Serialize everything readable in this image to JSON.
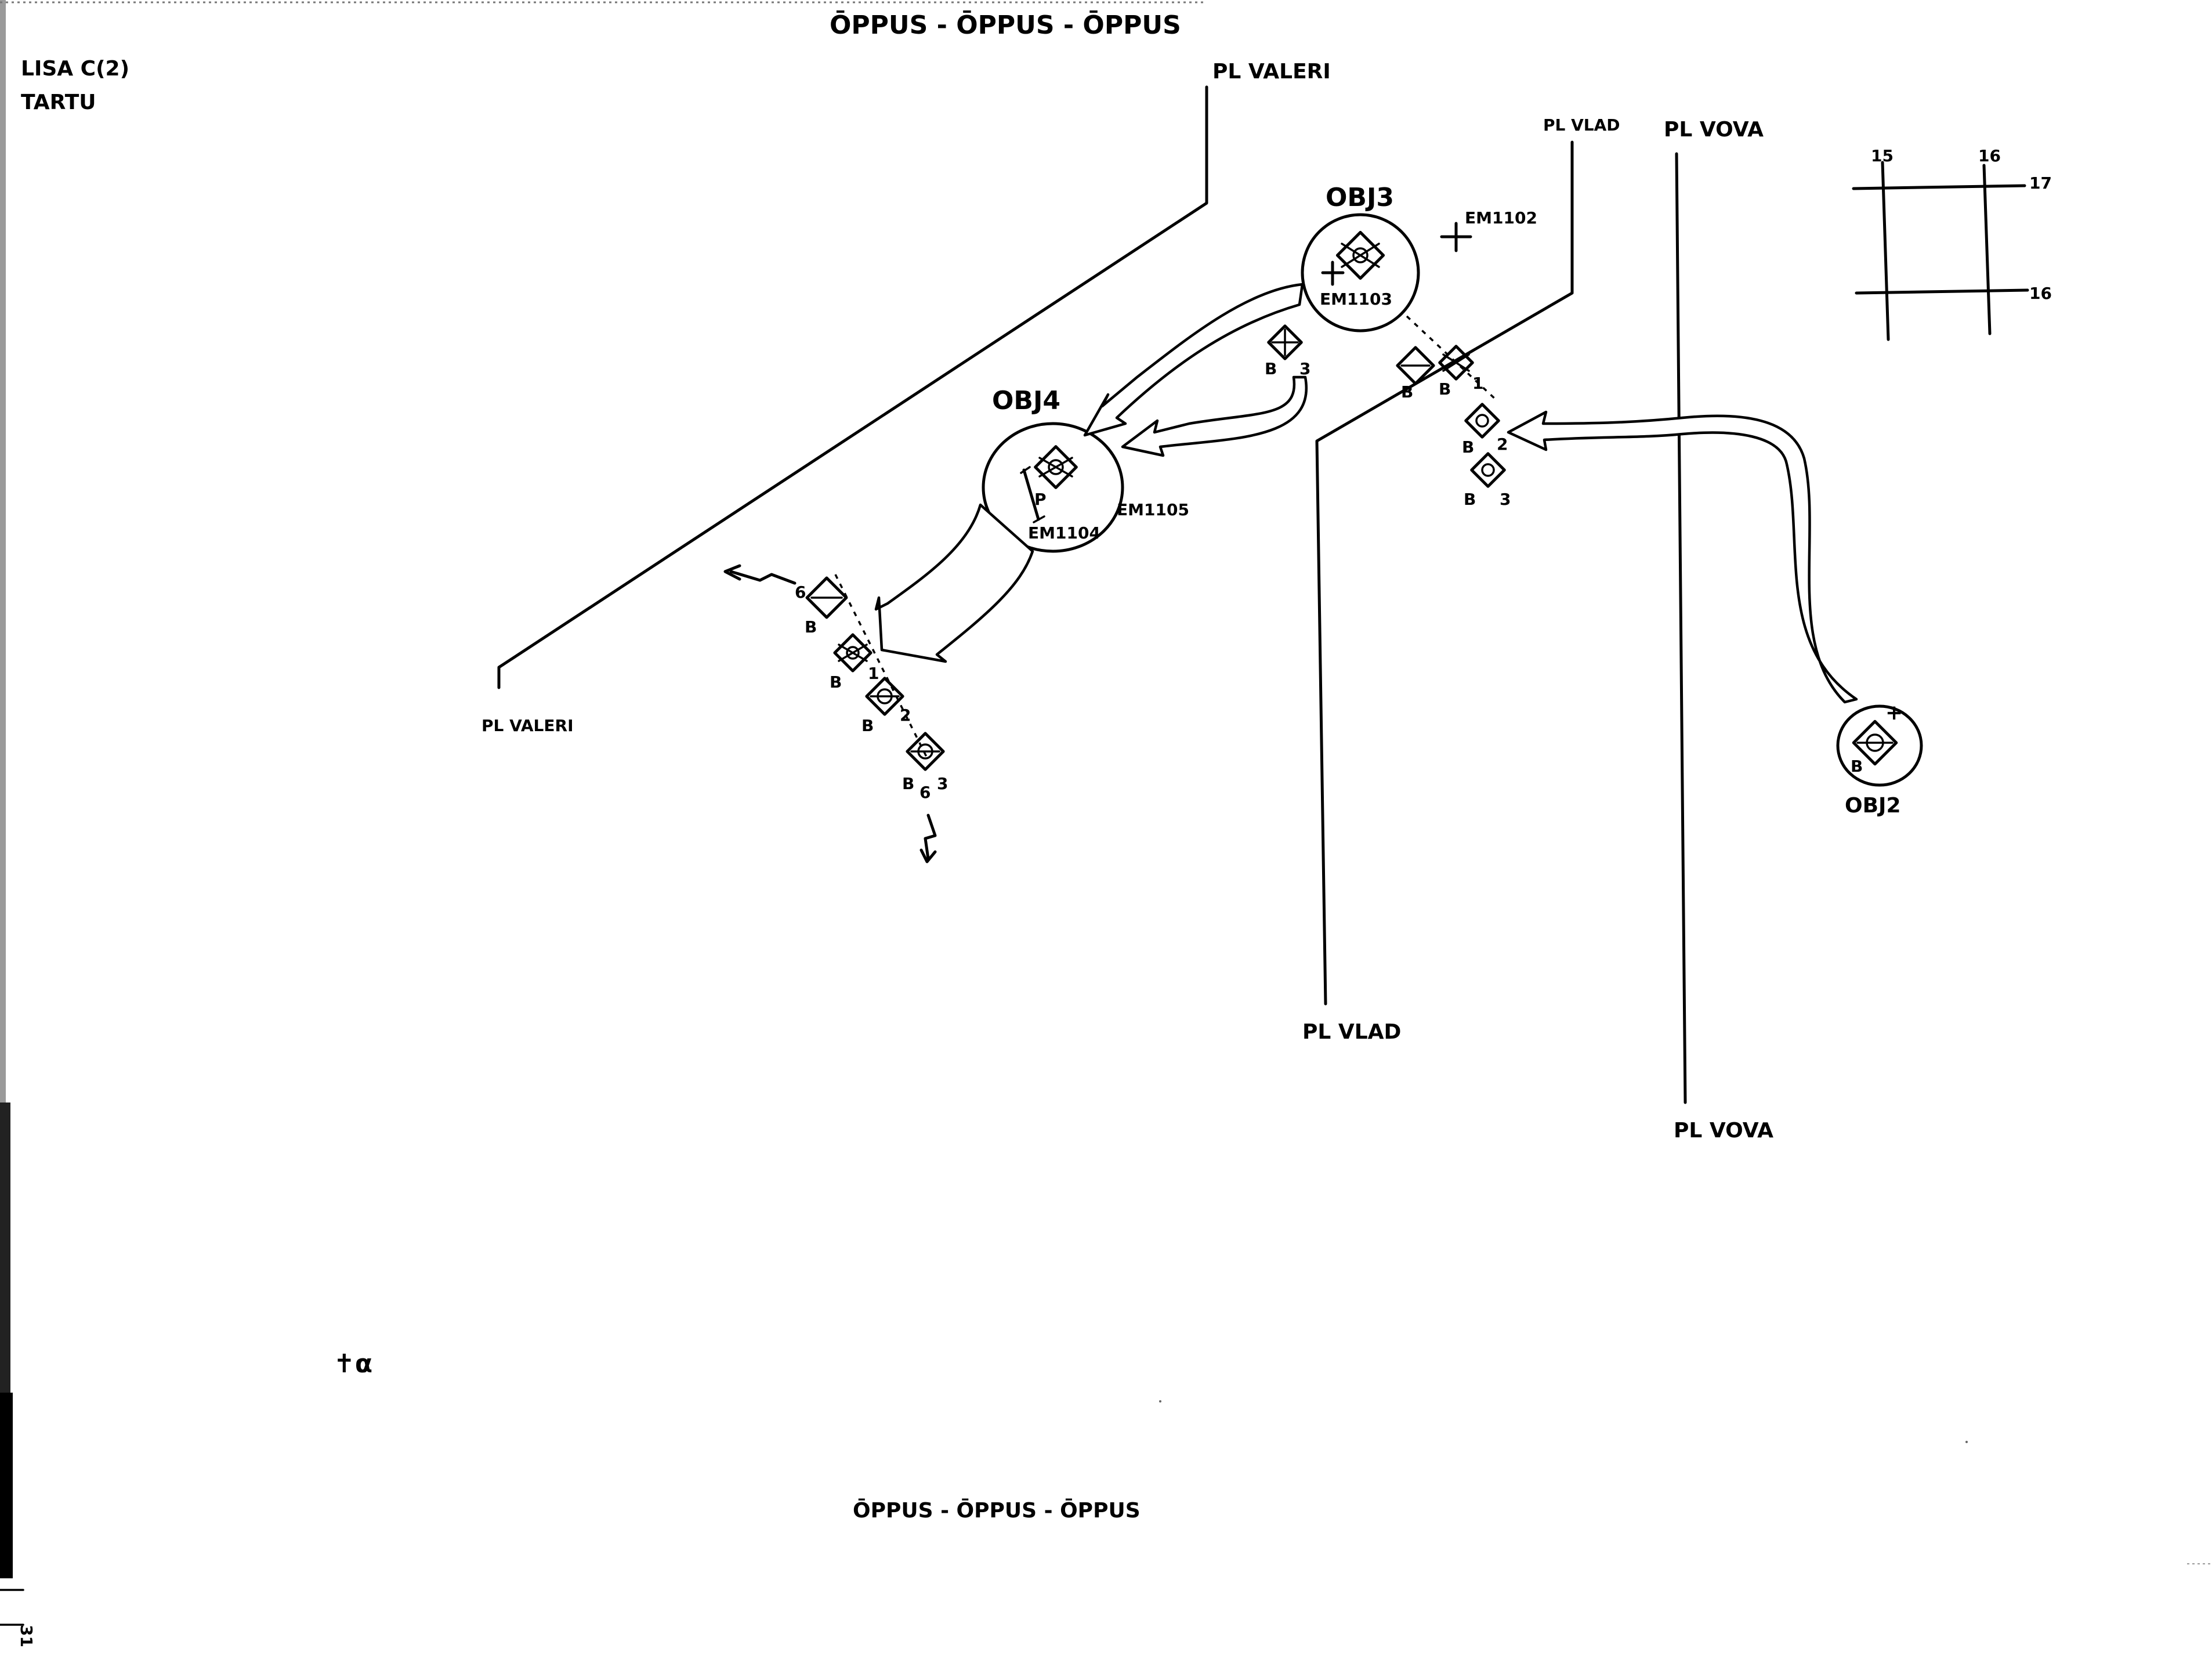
{
  "header": {
    "title_top": "ŌPPUS - ŌPPUS - ŌPPUS",
    "title_bottom": "ŌPPUS - ŌPPUS - ŌPPUS",
    "sheet_id": "LISA C(2)",
    "location": "TARTU"
  },
  "boundaries": {
    "valeri_top": "PL VALERI",
    "valeri_bottom": "PL VALERI",
    "vlad_top": "PL VLAD",
    "vlad_bottom": "PL VLAD",
    "vova_top": "PL VOVA",
    "vova_bottom": "PL VOVA"
  },
  "objectives": {
    "obj2": "OBJ2",
    "obj3": "OBJ3",
    "obj4": "OBJ4"
  },
  "emplacements": {
    "em1102": "EM1102",
    "em1103": "EM1103",
    "em1104": "EM1104",
    "em1105": "EM1105"
  },
  "grid_ref": {
    "col_a": "15",
    "col_b": "16",
    "row_a": "17",
    "row_b": "16"
  },
  "unit_marks": {
    "b": "B",
    "p": "P",
    "n1": "1",
    "n2": "2",
    "n3": "3",
    "n6": "6",
    "plus": "+"
  },
  "misc": {
    "corner_mark": "✝α",
    "ruler_number": "31"
  },
  "colors": {
    "ink": "#000000",
    "paper": "#ffffff"
  }
}
